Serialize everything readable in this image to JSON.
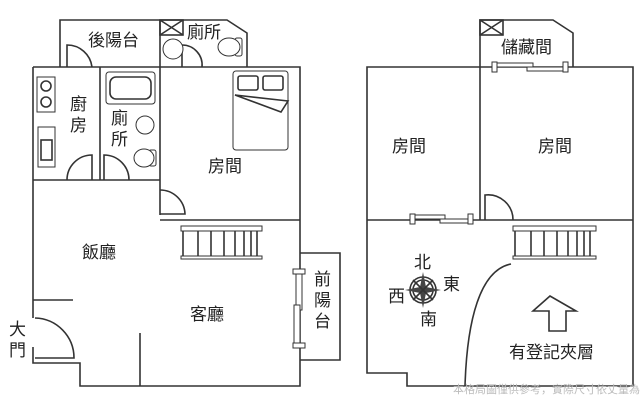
{
  "ground_floor": {
    "rear_balcony": "後陽台",
    "toilet_top": "廁所",
    "kitchen": "廚房",
    "bathroom": "廁所",
    "bedroom": "房間",
    "dining_room": "飯廳",
    "living_room": "客廳",
    "front_balcony": "前陽台",
    "main_door": "大門"
  },
  "mezzanine": {
    "storage": "儲藏間",
    "bedroom_left": "房間",
    "bedroom_right": "房間",
    "registered_note": "有登記夾層"
  },
  "compass": {
    "north": "北",
    "south": "南",
    "east": "東",
    "west": "西"
  },
  "disclaimer": "本格局圖僅供參考，實際尺寸依丈量為準",
  "colors": {
    "wall": "#333333",
    "background": "#ffffff"
  }
}
